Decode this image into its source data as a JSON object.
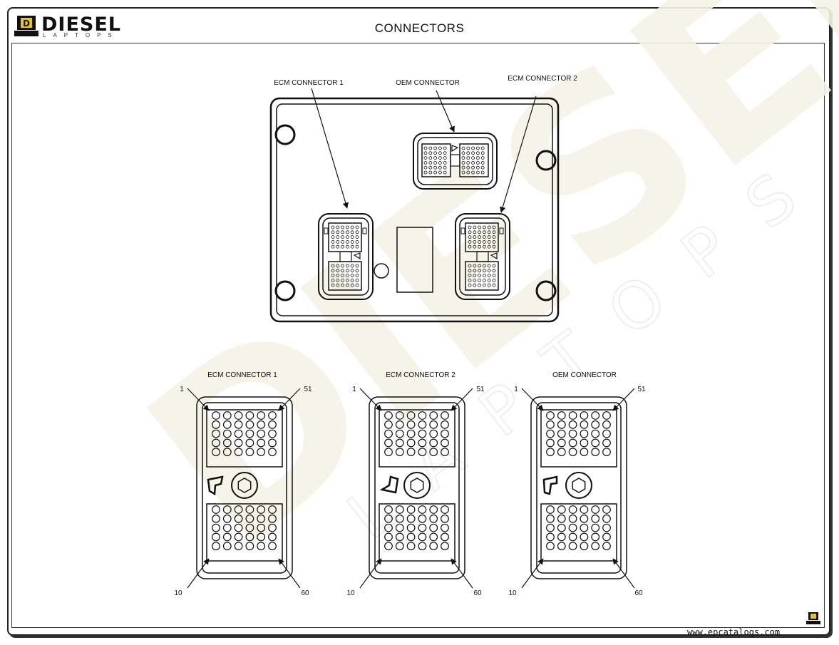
{
  "header": {
    "logo_word": "DIESEL",
    "logo_sub": "LAPTOPS",
    "title": "CONNECTORS"
  },
  "module_labels": {
    "ecm1": "ECM CONNECTOR 1",
    "oem": "OEM CONNECTOR",
    "ecm2": "ECM CONNECTOR 2"
  },
  "detail_connectors": [
    {
      "label": "ECM CONNECTOR 1",
      "pin_top_left": "1",
      "pin_top_right": "51",
      "pin_bottom_left": "10",
      "pin_bottom_right": "60",
      "key": "ecm1"
    },
    {
      "label": "ECM CONNECTOR 2",
      "pin_top_left": "1",
      "pin_top_right": "51",
      "pin_bottom_left": "10",
      "pin_bottom_right": "60",
      "key": "ecm2"
    },
    {
      "label": "OEM CONNECTOR",
      "pin_top_left": "1",
      "pin_top_right": "51",
      "pin_bottom_left": "10",
      "pin_bottom_right": "60",
      "key": "oem"
    }
  ],
  "footer": {
    "url": "www.epcatalogs.com"
  },
  "colors": {
    "line": "#111111",
    "watermark": "#f4f1e4"
  }
}
